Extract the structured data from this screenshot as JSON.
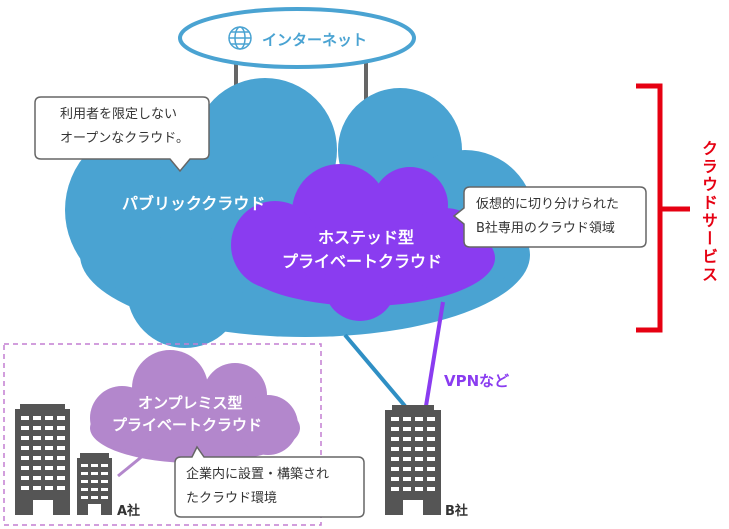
{
  "internet": {
    "label": "インターネット"
  },
  "public_cloud": {
    "label": "パブリッククラウド",
    "callout": [
      "利用者を限定しない",
      "オープンなクラウド。"
    ]
  },
  "hosted_private": {
    "label": [
      "ホステッド型",
      "プライベートクラウド"
    ],
    "callout": [
      "仮想的に切り分けられた",
      "B社専用のクラウド領域"
    ]
  },
  "onpremise": {
    "label": [
      "オンプレミス型",
      "プライベートクラウド"
    ],
    "callout": [
      "企業内に設置・構築され",
      "たクラウド環境"
    ]
  },
  "cloud_service": {
    "label": "クラウドサービス"
  },
  "vpn": {
    "label": "VPNなど"
  },
  "company_a": {
    "label": "A社"
  },
  "company_b": {
    "label": "B社"
  },
  "colors": {
    "public": "#4aa3d2",
    "hosted": "#8a3cf0",
    "onprem": "#b387cc",
    "accent_red": "#e60012",
    "building": "#555555",
    "line_blue": "#2f8fc4",
    "line_purple": "#8a3cf0"
  }
}
